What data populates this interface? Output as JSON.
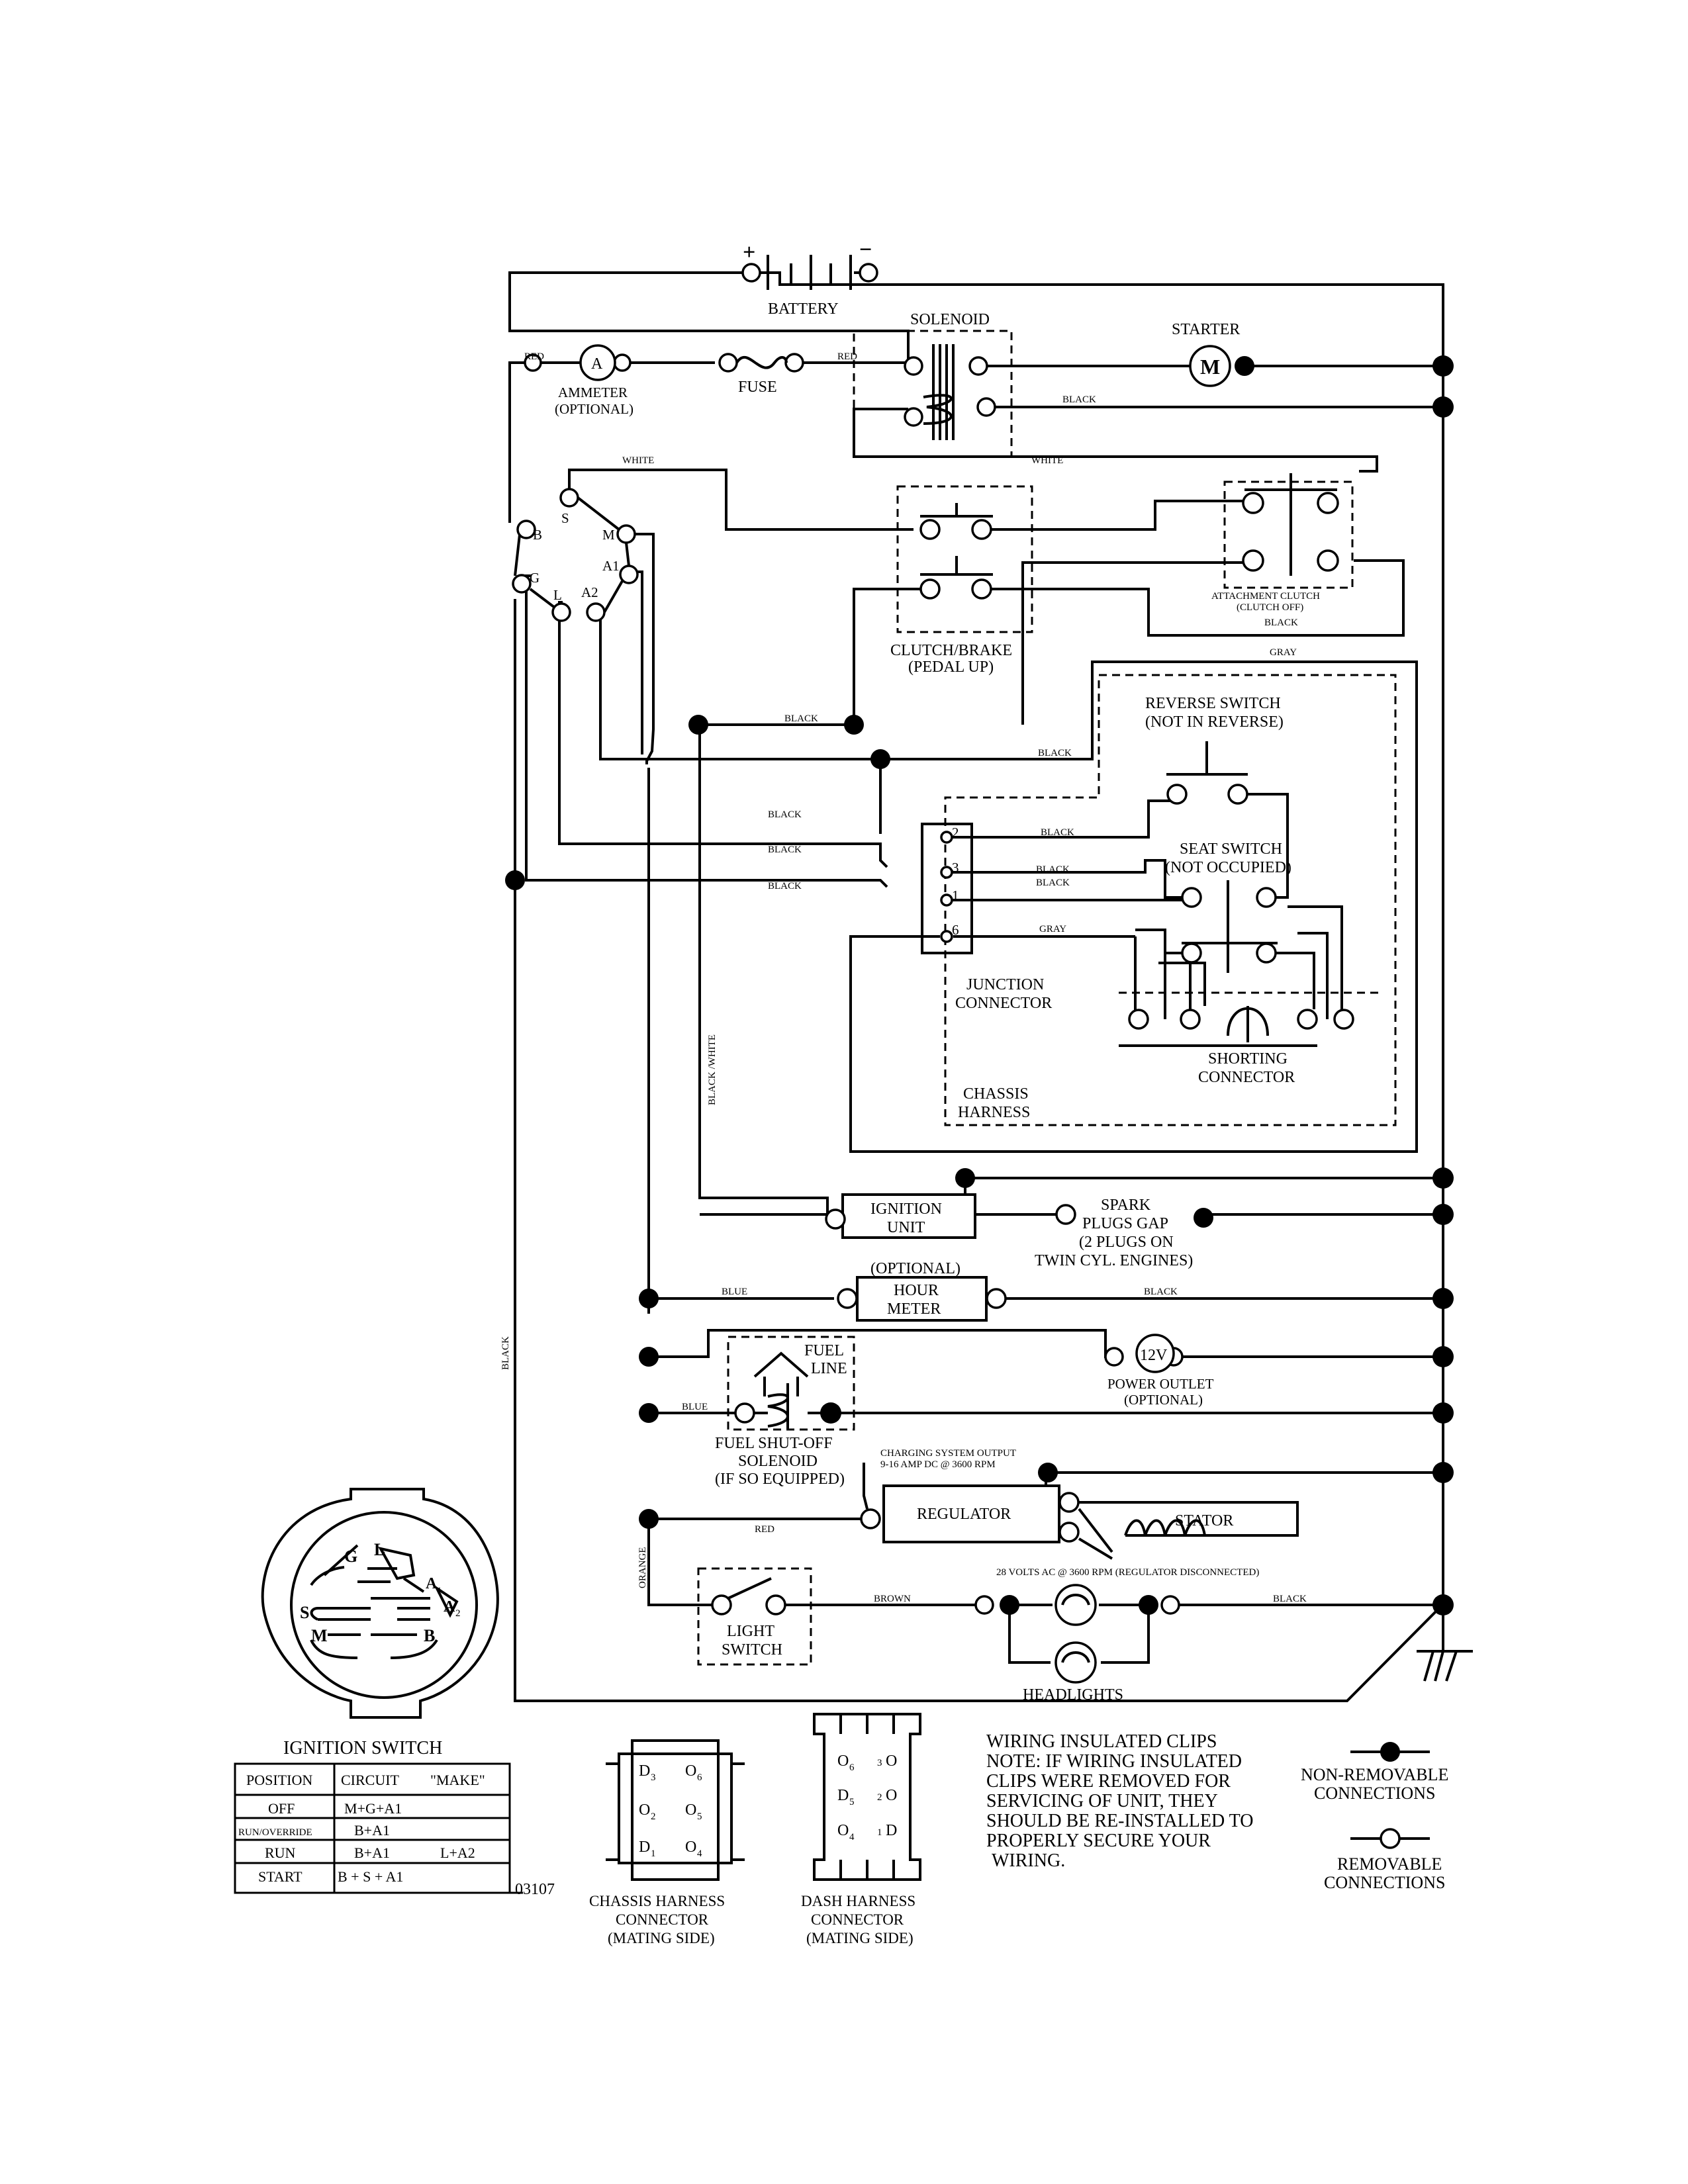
{
  "components": {
    "battery": "BATTERY",
    "solenoid": "SOLENOID",
    "starter": "STARTER",
    "starter_symbol": "M",
    "ammeter_symbol": "A",
    "ammeter": "AMMETER",
    "ammeter_note": "(OPTIONAL)",
    "fuse": "FUSE",
    "attachment_clutch": "ATTACHMENT CLUTCH",
    "attachment_clutch_note": "(CLUTCH OFF)",
    "clutch_brake": "CLUTCH/BRAKE",
    "clutch_brake_note": "(PEDAL UP)",
    "reverse_switch": "REVERSE SWITCH",
    "reverse_switch_note": "(NOT IN REVERSE)",
    "seat_switch": "SEAT SWITCH",
    "seat_switch_note": "(NOT OCCUPIED)",
    "junction_connector_1": "JUNCTION",
    "junction_connector_2": "CONNECTOR",
    "shorting_connector_1": "SHORTING",
    "shorting_connector_2": "CONNECTOR",
    "chassis_harness_1": "CHASSIS",
    "chassis_harness_2": "HARNESS",
    "ignition_unit_1": "IGNITION",
    "ignition_unit_2": "UNIT",
    "spark_plugs_1": "SPARK",
    "spark_plugs_2": "PLUGS GAP",
    "spark_plugs_3": "(2 PLUGS ON",
    "spark_plugs_4": "TWIN CYL. ENGINES)",
    "hour_meter_note": "(OPTIONAL)",
    "hour_meter_1": "HOUR",
    "hour_meter_2": "METER",
    "fuel_line_1": "FUEL",
    "fuel_line_2": "LINE",
    "power_outlet_symbol": "12V",
    "power_outlet": "POWER OUTLET",
    "power_outlet_note": "(OPTIONAL)",
    "fuel_solenoid_1": "FUEL SHUT-OFF",
    "fuel_solenoid_2": "SOLENOID",
    "fuel_solenoid_3": "(IF SO EQUIPPED)",
    "charging_output_1": "CHARGING SYSTEM OUTPUT",
    "charging_output_2": "9-16 AMP DC @ 3600 RPM",
    "regulator": "REGULATOR",
    "stator": "STATOR",
    "stator_note": "28 VOLTS AC @ 3600 RPM (REGULATOR DISCONNECTED)",
    "light_switch_1": "LIGHT",
    "light_switch_2": "SWITCH",
    "headlights": "HEADLIGHTS",
    "ignition_switch": "IGNITION SWITCH"
  },
  "ignition_terminals": {
    "b": "B",
    "s": "S",
    "m": "M",
    "a1": "A1",
    "a2": "A2",
    "g": "G",
    "l": "L"
  },
  "junction_pins": {
    "p2": "2",
    "p3": "3",
    "p1": "1",
    "p6": "6"
  },
  "wire_colors": {
    "red": "RED",
    "black": "BLACK",
    "white": "WHITE",
    "gray": "GRAY",
    "blue": "BLUE",
    "orange": "ORANGE",
    "brown": "BROWN",
    "black_white": "BLACK /WHITE"
  },
  "ignition_table": {
    "headers": [
      "POSITION",
      "CIRCUIT",
      "\"MAKE\""
    ],
    "rows": [
      {
        "position": "OFF",
        "circuit": "M+G+A1",
        "make": ""
      },
      {
        "position": "RUN/OVERRIDE",
        "circuit": "B+A1",
        "make": ""
      },
      {
        "position": "RUN",
        "circuit": "B+A1",
        "make": "L+A2"
      },
      {
        "position": "START",
        "circuit": "B + S + A1",
        "make": ""
      }
    ]
  },
  "switch_face": {
    "g": "G",
    "l": "L",
    "a1": "A",
    "a1_sub": "1",
    "s": "S",
    "a2": "A",
    "a2_sub": "2",
    "m": "M",
    "b": "B"
  },
  "part_number": "03107",
  "chassis_connector": {
    "pins": [
      {
        "label": "D",
        "sub": "3"
      },
      {
        "label": "O",
        "sub": "6"
      },
      {
        "label": "O",
        "sub": "2"
      },
      {
        "label": "O",
        "sub": "5"
      },
      {
        "label": "D",
        "sub": "1"
      },
      {
        "label": "O",
        "sub": "4"
      }
    ],
    "caption": [
      "CHASSIS HARNESS",
      "CONNECTOR",
      "(MATING SIDE)"
    ]
  },
  "dash_connector": {
    "pins": [
      {
        "label": "O",
        "sub": "6"
      },
      {
        "label": "3",
        "sub": "O"
      },
      {
        "label": "D",
        "sub": "5"
      },
      {
        "label": "2",
        "sub": "O"
      },
      {
        "label": "O",
        "sub": "4"
      },
      {
        "label": "1",
        "sub": "D"
      }
    ],
    "caption": [
      "DASH HARNESS",
      "CONNECTOR",
      "(MATING SIDE)"
    ]
  },
  "note_lines": [
    "WIRING INSULATED CLIPS",
    "NOTE:  IF WIRING INSULATED",
    "CLIPS WERE REMOVED FOR",
    "SERVICING OF UNIT, THEY",
    "SHOULD BE RE-INSTALLED TO",
    "PROPERLY SECURE YOUR",
    "WIRING."
  ],
  "legend": {
    "non_removable_1": "NON-REMOVABLE",
    "non_removable_2": "CONNECTIONS",
    "removable_1": "REMOVABLE",
    "removable_2": "CONNECTIONS"
  },
  "battery_plus": "+",
  "battery_minus": "−"
}
